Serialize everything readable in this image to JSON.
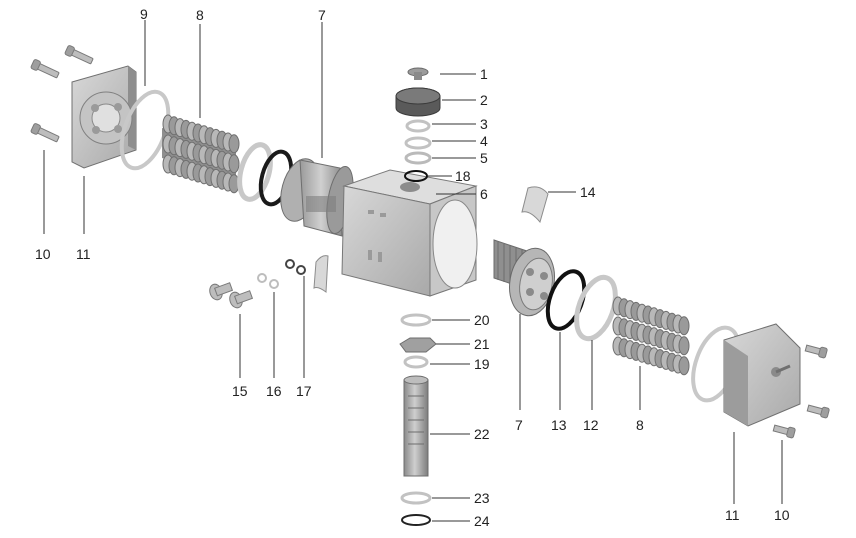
{
  "figure": {
    "callouts": [
      {
        "id": "c1",
        "label": "1"
      },
      {
        "id": "c2",
        "label": "2"
      },
      {
        "id": "c3",
        "label": "3"
      },
      {
        "id": "c4",
        "label": "4"
      },
      {
        "id": "c5",
        "label": "5"
      },
      {
        "id": "c18",
        "label": "18"
      },
      {
        "id": "c6",
        "label": "6"
      },
      {
        "id": "c14",
        "label": "14"
      },
      {
        "id": "c20",
        "label": "20"
      },
      {
        "id": "c21",
        "label": "21"
      },
      {
        "id": "c19",
        "label": "19"
      },
      {
        "id": "c22",
        "label": "22"
      },
      {
        "id": "c23",
        "label": "23"
      },
      {
        "id": "c24",
        "label": "24"
      },
      {
        "id": "c9",
        "label": "9"
      },
      {
        "id": "c8a",
        "label": "8"
      },
      {
        "id": "c7a",
        "label": "7"
      },
      {
        "id": "c10a",
        "label": "10"
      },
      {
        "id": "c11a",
        "label": "11"
      },
      {
        "id": "c15",
        "label": "15"
      },
      {
        "id": "c16",
        "label": "16"
      },
      {
        "id": "c17",
        "label": "17"
      },
      {
        "id": "c7b",
        "label": "7"
      },
      {
        "id": "c13",
        "label": "13"
      },
      {
        "id": "c12",
        "label": "12"
      },
      {
        "id": "c8b",
        "label": "8"
      },
      {
        "id": "c11b",
        "label": "11"
      },
      {
        "id": "c10b",
        "label": "10"
      }
    ]
  }
}
